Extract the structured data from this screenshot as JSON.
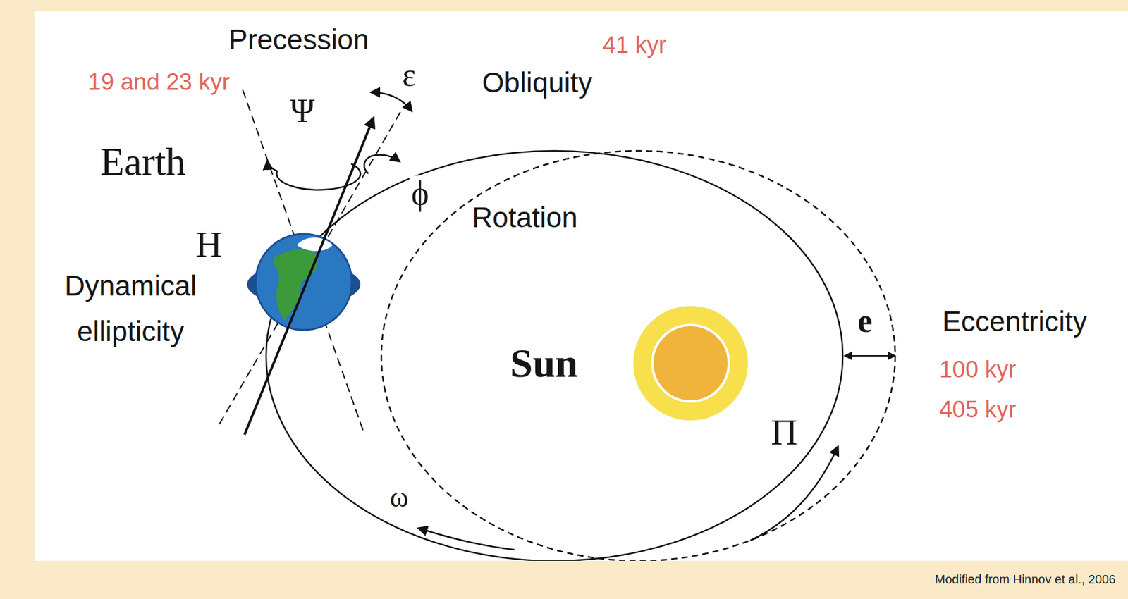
{
  "diagram": {
    "caption": "Modified from Hinnov et al., 2006",
    "labels": [
      "Precession",
      "19 and 23 kyr",
      "ε",
      "41 kyr",
      "Obliquity",
      "Ψ",
      "Earth",
      "ϕ",
      "Rotation",
      "H",
      "Dynamical ellipticity",
      "Sun",
      "e",
      "Eccentricity",
      "100 kyr",
      "405 kyr",
      "Π",
      "ω"
    ]
  }
}
